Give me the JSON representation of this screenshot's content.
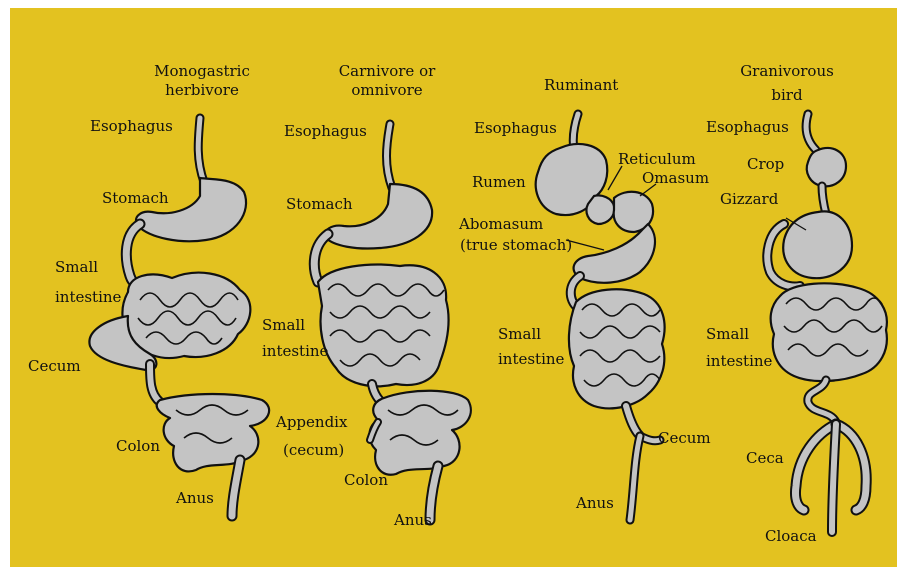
{
  "panel": {
    "background": "#e3c220",
    "organ_fill": "#c4c4c4"
  },
  "diagrams": [
    {
      "id": "monogastric",
      "title_lines": [
        "Monogastric",
        "herbivore"
      ],
      "labels": {
        "esophagus": "Esophagus",
        "stomach": "Stomach",
        "small_intestine_1": "Small",
        "small_intestine_2": "intestine",
        "cecum": "Cecum",
        "colon": "Colon",
        "anus": "Anus"
      }
    },
    {
      "id": "carnivore",
      "title_lines": [
        "Carnivore or",
        "omnivore"
      ],
      "labels": {
        "esophagus": "Esophagus",
        "stomach": "Stomach",
        "small_intestine_1": "Small",
        "small_intestine_2": "intestine",
        "appendix_1": "Appendix",
        "appendix_2": "(cecum)",
        "colon": "Colon",
        "anus": "Anus"
      }
    },
    {
      "id": "ruminant",
      "title_lines": [
        "Ruminant"
      ],
      "labels": {
        "esophagus": "Esophagus",
        "reticulum": "Reticulum",
        "rumen": "Rumen",
        "omasum": "Omasum",
        "abomasum_1": "Abomasum",
        "abomasum_2": "(true stomach)",
        "small_intestine_1": "Small",
        "small_intestine_2": "intestine",
        "cecum": "Cecum",
        "anus": "Anus"
      }
    },
    {
      "id": "bird",
      "title_lines": [
        "Granivorous",
        "bird"
      ],
      "labels": {
        "esophagus": "Esophagus",
        "crop": "Crop",
        "gizzard": "Gizzard",
        "small_intestine_1": "Small",
        "small_intestine_2": "intestine",
        "ceca": "Ceca",
        "cloaca": "Cloaca"
      }
    }
  ]
}
